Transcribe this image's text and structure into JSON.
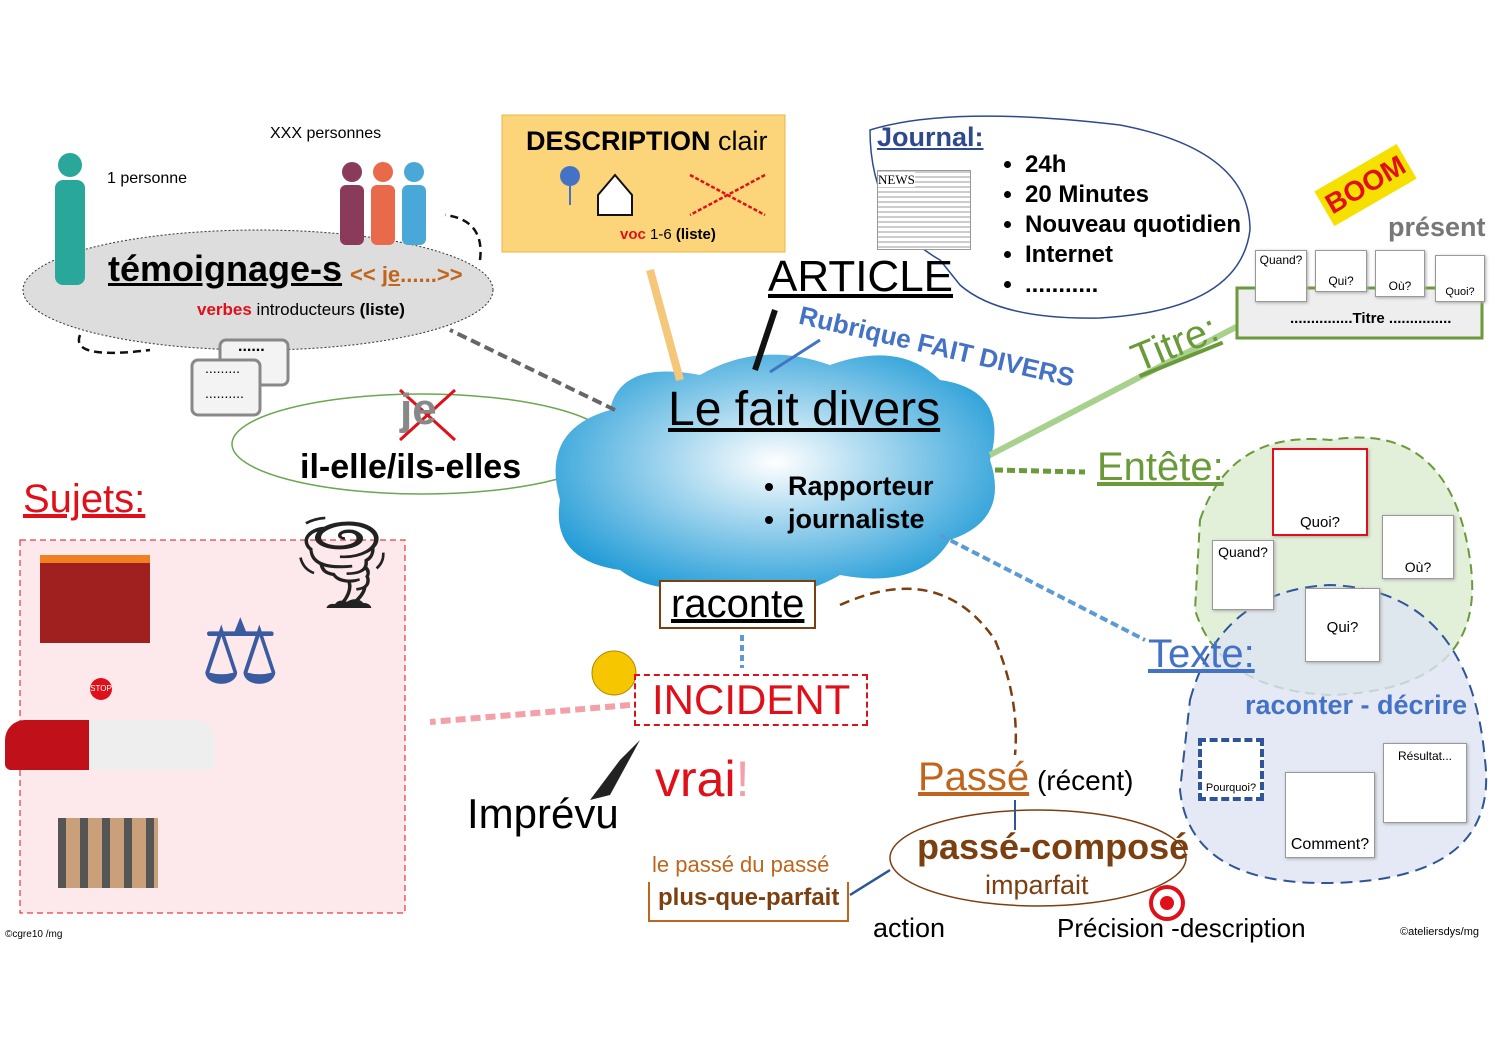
{
  "center": {
    "title": "Le fait divers",
    "bullets": [
      "Rapporteur",
      "journaliste"
    ]
  },
  "temoignage": {
    "one_person": "1 personne",
    "many_persons": "XXX personnes",
    "title": "témoignage-s",
    "je_open": "<< ",
    "je": "je",
    "je_close": "......>>",
    "verbes": "verbes",
    "introducteurs": " introducteurs ",
    "liste": "(liste)",
    "bubble1": "......",
    "bubble2": ".........",
    "bubble3": ".........."
  },
  "pronoun": {
    "crossed": "je",
    "text": "il-elle/ils-elles"
  },
  "description": {
    "title": "DESCRIPTION",
    "clair": " clair",
    "voc": "voc",
    "range": " 1-6 ",
    "liste": "(liste)"
  },
  "article": {
    "title": "ARTICLE",
    "rubrique": "Rubrique FAIT DIVERS"
  },
  "journal": {
    "title": "Journal:",
    "items": [
      "24h",
      "20 Minutes",
      "Nouveau quotidien",
      "Internet",
      "..........."
    ],
    "news": "NEWS"
  },
  "titre": {
    "label": "Titre:",
    "present": "présent",
    "boom": "BOOM",
    "bar": "...............Titre ...............",
    "cards": [
      "Quand?",
      "Qui?",
      "Où?",
      "Quoi?"
    ]
  },
  "entete": {
    "label": "Entête:",
    "cards": [
      "Quoi?",
      "Quand?",
      "Où?",
      "Qui?"
    ]
  },
  "texte": {
    "label": "Texte:",
    "raconter": "raconter - décrire",
    "cards": [
      "Pourquoi?",
      "Comment?",
      "Résultat..."
    ]
  },
  "sujets": {
    "label": "Sujets:",
    "stop": "STOP"
  },
  "raconte": {
    "label": "raconte"
  },
  "incident": {
    "label": "INCIDENT",
    "vrai": "vrai",
    "excl": "!",
    "imprevu": "Imprévu"
  },
  "temps": {
    "passe": "Passé",
    "recent": " (récent)",
    "pc": "passé-composé",
    "imparfait": "imparfait",
    "pqp_caption": "le passé du passé",
    "pqp": "plus-que-parfait",
    "action": "action",
    "precision": "Précision -description"
  },
  "credits": {
    "left": "©cgre10 /mg",
    "right": "©ateliersdys/mg"
  },
  "colors": {
    "cloud": "#29a3dc",
    "green": "#6a9a3a",
    "red": "#e0101a",
    "orange": "#c0651c",
    "blue": "#4472c4",
    "yellow_box": "#fcd57a"
  }
}
